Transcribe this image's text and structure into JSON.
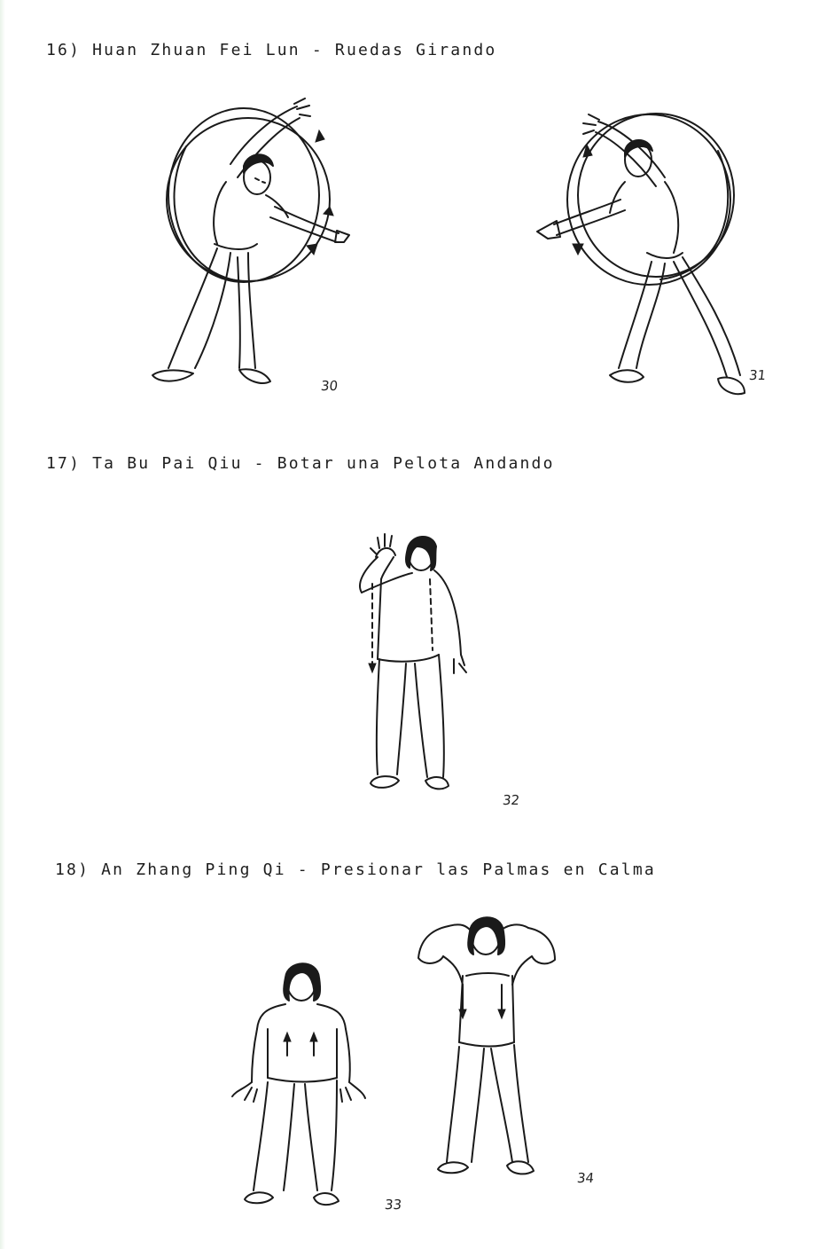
{
  "sections": [
    {
      "heading": "16) Huan Zhuan Fei Lun - Ruedas Girando",
      "figures": [
        {
          "number": "30",
          "icon": "tai-chi-figure-side-bend-right-with-circles"
        },
        {
          "number": "31",
          "icon": "tai-chi-figure-side-bend-left-with-circles"
        }
      ]
    },
    {
      "heading": "17) Ta Bu Pai Qiu - Botar una Pelota Andando",
      "figures": [
        {
          "number": "32",
          "icon": "tai-chi-figure-bouncing-ball"
        }
      ]
    },
    {
      "heading": "18) An Zhang Ping Qi - Presionar las Palmas en Calma",
      "figures": [
        {
          "number": "33",
          "icon": "tai-chi-figure-palms-down"
        },
        {
          "number": "34",
          "icon": "tai-chi-figure-hands-above-head"
        }
      ]
    }
  ]
}
